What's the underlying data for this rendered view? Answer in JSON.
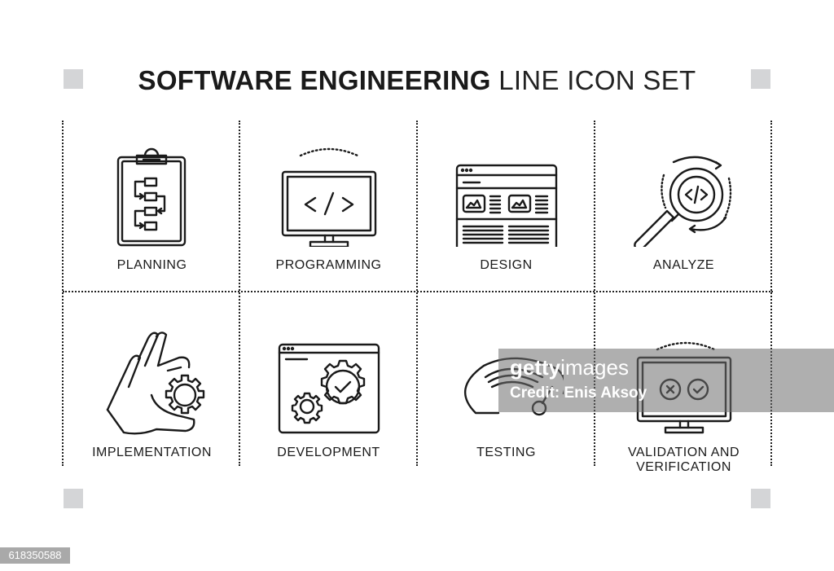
{
  "header": {
    "title_bold": "SOFTWARE ENGINEERING",
    "title_light": "LINE ICON SET"
  },
  "icons": [
    {
      "label": "PLANNING",
      "icon": "clipboard-flowchart-icon"
    },
    {
      "label": "PROGRAMMING",
      "icon": "monitor-code-icon"
    },
    {
      "label": "DESIGN",
      "icon": "browser-layout-icon"
    },
    {
      "label": "ANALYZE",
      "icon": "magnifier-code-icon"
    },
    {
      "label": "IMPLEMENTATION",
      "icon": "hand-gear-icon"
    },
    {
      "label": "DEVELOPMENT",
      "icon": "browser-gears-icon"
    },
    {
      "label": "TESTING",
      "icon": "gauge-icon"
    },
    {
      "label_line1": "VALIDATION AND",
      "label_line2": "VERIFICATION",
      "icon": "monitor-cross-check-icon"
    }
  ],
  "watermark": {
    "logo_bold": "getty",
    "logo_light": "images",
    "credit": "Credit: Enis Aksoy"
  },
  "image_id": "618350588",
  "colors": {
    "corner_squares": "#d4d5d7",
    "lines": "#222222",
    "text": "#1a1a1a"
  }
}
